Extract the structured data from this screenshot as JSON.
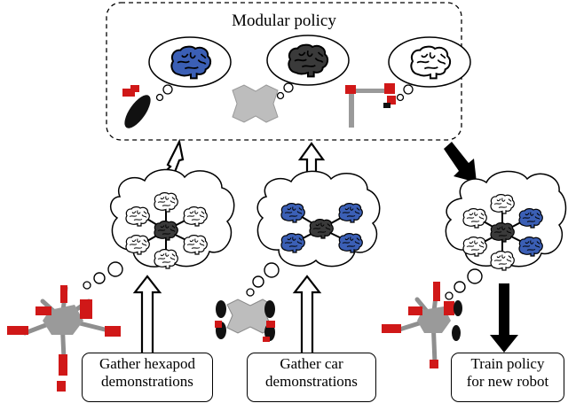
{
  "modular_policy": {
    "title": "Modular policy"
  },
  "labels": {
    "hexapod": [
      "Gather hexapod",
      "demonstrations"
    ],
    "car": [
      "Gather car",
      "demonstrations"
    ],
    "train": [
      "Train policy",
      "for new robot"
    ]
  },
  "colors": {
    "brain_blue": "#3b5fb5",
    "brain_dark": "#3a3a3a",
    "brain_white": "#ffffff",
    "robot_red": "#d01818",
    "robot_gray": "#9a9a9a"
  },
  "icons": [
    "brain-icon",
    "hexapod-robot-icon",
    "car-robot-icon",
    "arm-robot-icon",
    "thought-cloud-icon",
    "arrow-icon"
  ]
}
